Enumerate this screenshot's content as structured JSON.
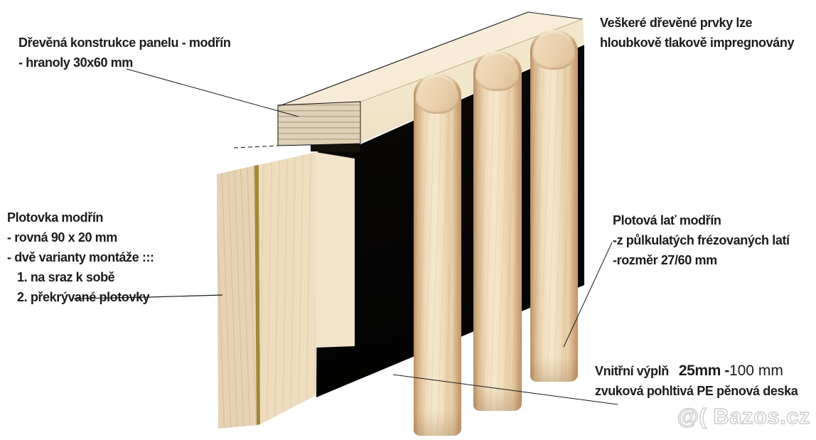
{
  "colors": {
    "background": "#ffffff",
    "text": "#1b1b1b",
    "leader_line": "#1a1a1a",
    "foam_black": "#070605",
    "wood_beam_top": "#f6ebd5",
    "wood_beam_front_light": "#f2e6cc",
    "wood_beam_front_dark": "#dcc9a4",
    "wood_end_grain": "#d9ccb3",
    "wood_board_front": "#e9d6b8",
    "wood_board_side_light": "#f1e1c4",
    "wood_board_side_dark": "#e0cba6",
    "wood_edge_gold": "#a3873a",
    "wood_lath_light": "#f4e3c7",
    "wood_lath_mid": "#e8d2ae",
    "wood_lath_dark": "#c29468",
    "watermark": "#cccccc"
  },
  "annotations": {
    "frame": {
      "lines": [
        "Dřevěná konstrukce panelu - modřín",
        "- hranoly 30x60 mm"
      ]
    },
    "impregnation": {
      "lines": [
        "Veškeré dřevěné prvky lze",
        "hloubkově  tlakově impregnovány"
      ]
    },
    "board": {
      "lines": [
        "Plotovka  modřín",
        "- rovná 90 x 20  mm",
        "- dvě varianty montáže :::",
        "1. na sraz k sobě",
        "2. překrývané plotovky"
      ]
    },
    "lath": {
      "lines": [
        "Plotová lať modřín",
        "-z půlkulatých frézovaných latí",
        "-rozměr  27/60 mm"
      ]
    },
    "infill": {
      "label": "Vnitřní výplň",
      "size_bold": "25mm -",
      "size_regular": "100 mm",
      "line2": "zvuková pohltivá PE pěnová deska"
    }
  },
  "watermark": {
    "text": "@( Bazos.cz"
  }
}
